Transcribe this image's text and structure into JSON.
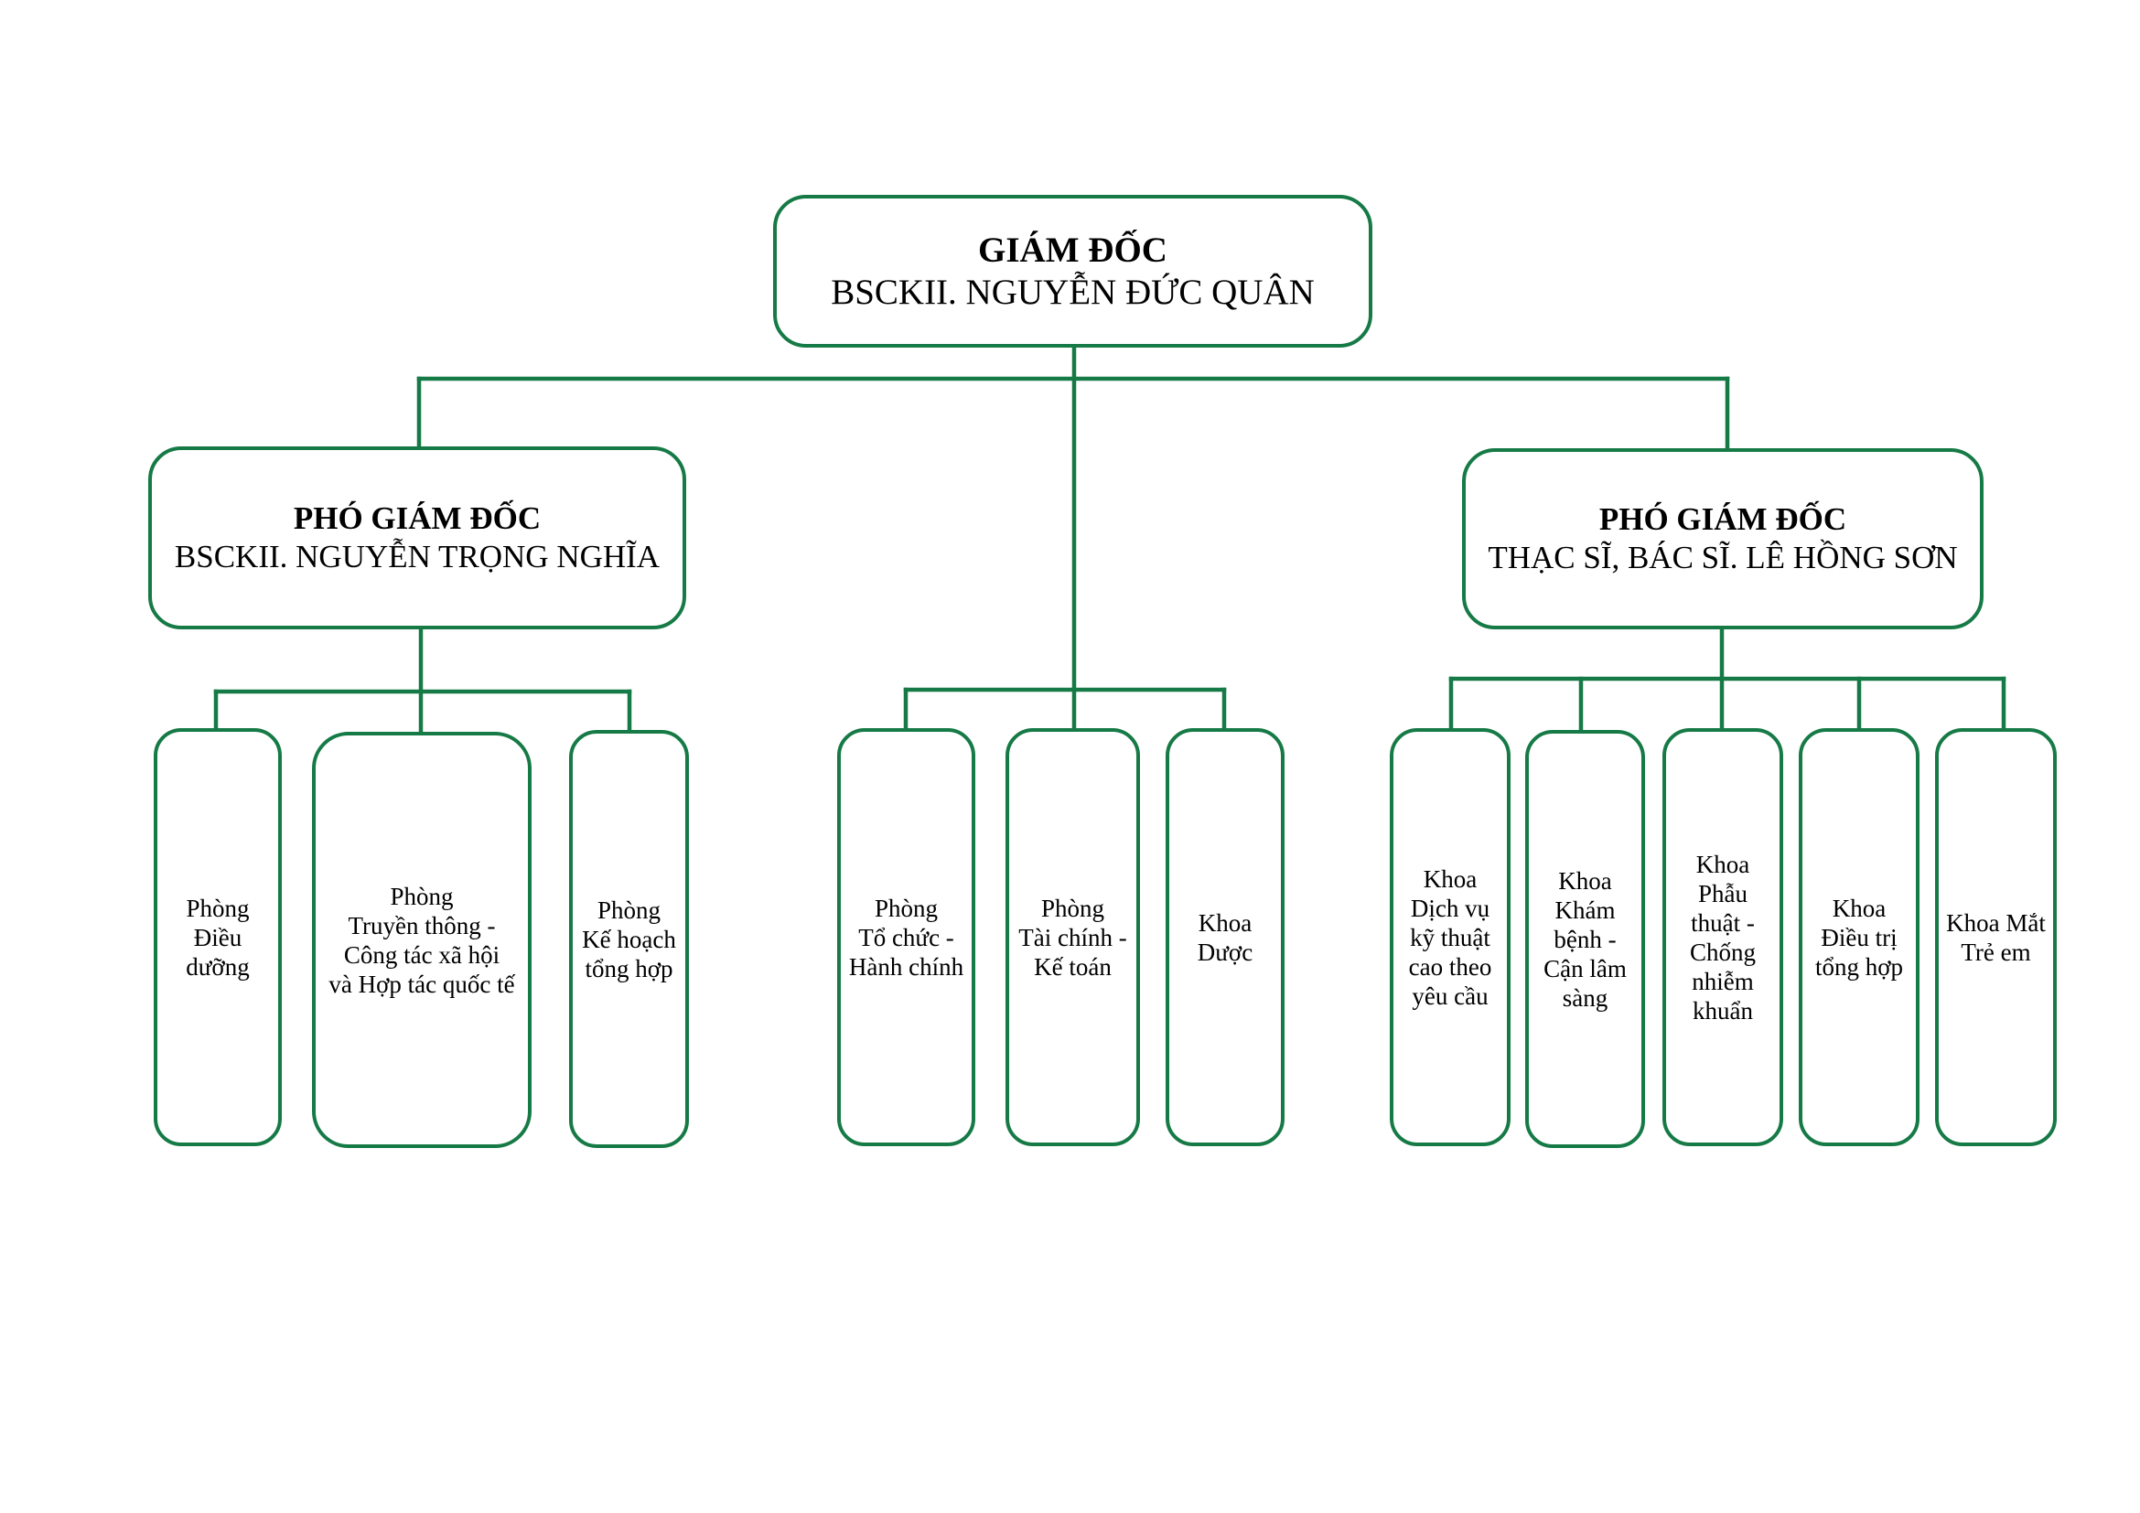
{
  "colors": {
    "line": "#167a46",
    "text": "#000000",
    "background": "#ffffff"
  },
  "director": {
    "title": "GIÁM ĐỐC",
    "name": "BSCKII. NGUYỄN ĐỨC QUÂN"
  },
  "deputy_left": {
    "title": "PHÓ GIÁM ĐỐC",
    "name": "BSCKII. NGUYỄN TRỌNG NGHĨA"
  },
  "deputy_right": {
    "title": "PHÓ GIÁM ĐỐC",
    "name": "THẠC SĨ, BÁC SĨ. LÊ HỒNG SƠN"
  },
  "units_left": [
    {
      "label": "Phòng\nĐiều\ndưỡng"
    },
    {
      "label": "Phòng\nTruyền thông -\nCông tác xã hội\nvà Hợp tác quốc tế"
    },
    {
      "label": "Phòng\nKế hoạch\ntổng hợp"
    }
  ],
  "units_center": [
    {
      "label": "Phòng\nTổ chức -\nHành chính"
    },
    {
      "label": "Phòng\nTài chính -\nKế toán"
    },
    {
      "label": "Khoa\nDược"
    }
  ],
  "units_right": [
    {
      "label": "Khoa\nDịch vụ\nkỹ thuật\ncao theo\nyêu cầu"
    },
    {
      "label": "Khoa\nKhám\nbệnh -\nCận lâm\nsàng"
    },
    {
      "label": "Khoa\nPhẫu\nthuật -\nChống\nnhiễm\nkhuẩn"
    },
    {
      "label": "Khoa\nĐiều trị\ntổng hợp"
    },
    {
      "label": "Khoa Mắt\nTrẻ em"
    }
  ]
}
